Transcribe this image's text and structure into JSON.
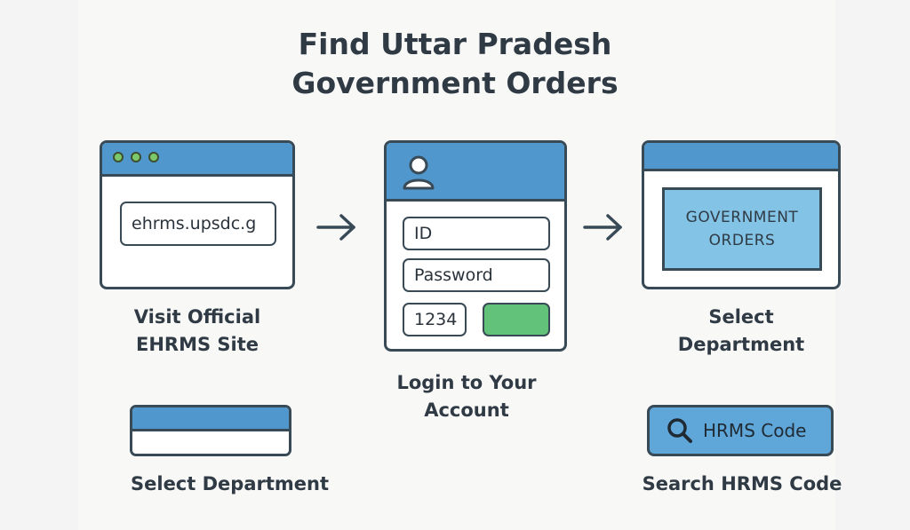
{
  "title": {
    "line1": "Find Uttar Pradesh",
    "line2": "Government Orders"
  },
  "step1": {
    "url": "ehrms.upsdc.g",
    "label_line1": "Visit Official",
    "label_line2": "EHRMS Site"
  },
  "step2": {
    "id_placeholder": "ID",
    "password_placeholder": "Password",
    "captcha": "1234",
    "label_line1": "Login to Your",
    "label_line2": "Account"
  },
  "step3": {
    "box_line1": "GOVERNMENT",
    "box_line2": "ORDERS",
    "label_line1": "Select",
    "label_line2": "Department"
  },
  "step4": {
    "label": "Select Department"
  },
  "step5": {
    "search_text": "HRMS Code",
    "label": "Search HRMS Code"
  },
  "icons": [
    "user-icon",
    "search-icon",
    "arrow-right-icon"
  ],
  "colors": {
    "accent": "#4f97cc",
    "border": "#394a57",
    "button": "#62c27a",
    "light_blue": "#83c3e6"
  }
}
